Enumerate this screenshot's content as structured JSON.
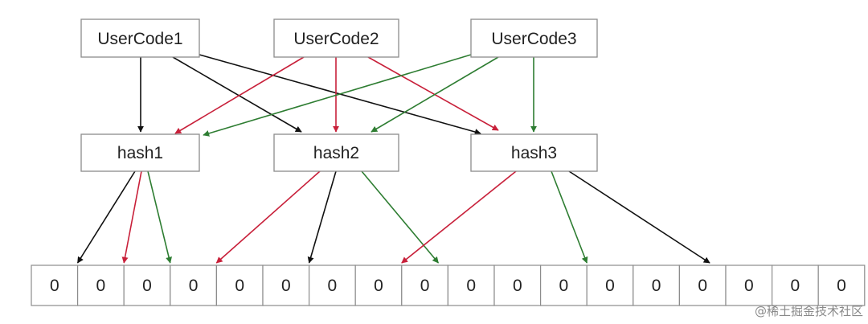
{
  "colors": {
    "black": "#111111",
    "red": "#c8203a",
    "green": "#2e7d32",
    "box_stroke": "#8c8c8c",
    "box_fill": "#ffffff",
    "text": "#222222"
  },
  "user_codes": [
    {
      "id": "u1",
      "label": "UserCode1"
    },
    {
      "id": "u2",
      "label": "UserCode2"
    },
    {
      "id": "u3",
      "label": "UserCode3"
    }
  ],
  "hashes": [
    {
      "id": "h1",
      "label": "hash1"
    },
    {
      "id": "h2",
      "label": "hash2"
    },
    {
      "id": "h3",
      "label": "hash3"
    }
  ],
  "bit_array": [
    "0",
    "0",
    "0",
    "0",
    "0",
    "0",
    "0",
    "0",
    "0",
    "0",
    "0",
    "0",
    "0",
    "0",
    "0",
    "0",
    "0",
    "0"
  ],
  "edges_user_to_hash": [
    {
      "from": "u1",
      "to": "h1",
      "color": "black"
    },
    {
      "from": "u1",
      "to": "h2",
      "color": "black"
    },
    {
      "from": "u1",
      "to": "h3",
      "color": "black"
    },
    {
      "from": "u2",
      "to": "h1",
      "color": "red"
    },
    {
      "from": "u2",
      "to": "h2",
      "color": "red"
    },
    {
      "from": "u2",
      "to": "h3",
      "color": "red"
    },
    {
      "from": "u3",
      "to": "h1",
      "color": "green"
    },
    {
      "from": "u3",
      "to": "h2",
      "color": "green"
    },
    {
      "from": "u3",
      "to": "h3",
      "color": "green"
    }
  ],
  "edges_hash_to_bits": [
    {
      "from": "h1",
      "to_index": 1,
      "color": "black"
    },
    {
      "from": "h1",
      "to_index": 2,
      "color": "red"
    },
    {
      "from": "h1",
      "to_index": 3,
      "color": "green"
    },
    {
      "from": "h2",
      "to_index": 4,
      "color": "red"
    },
    {
      "from": "h2",
      "to_index": 6,
      "color": "black"
    },
    {
      "from": "h2",
      "to_index": 9,
      "color": "green"
    },
    {
      "from": "h3",
      "to_index": 8,
      "color": "red"
    },
    {
      "from": "h3",
      "to_index": 12,
      "color": "green"
    },
    {
      "from": "h3",
      "to_index": 15,
      "color": "black"
    }
  ],
  "watermark": "@稀土掘金技术社区"
}
